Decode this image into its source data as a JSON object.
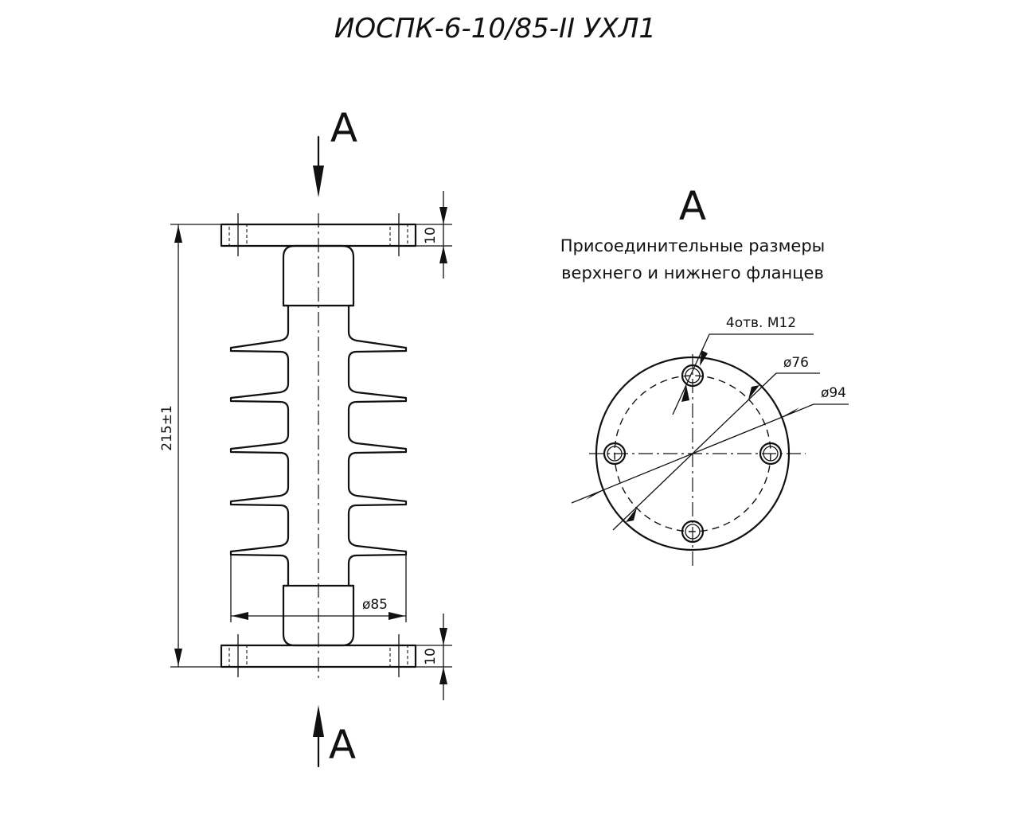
{
  "title": "ИОСПК-6-10/85-II УХЛ1",
  "section_view": {
    "letter": "А",
    "caption_line1": "Присоединительные размеры",
    "caption_line2": "верхнего и нижнего фланцев",
    "holes_label": "4отв. М12",
    "bolt_circle_label": "ø76",
    "flange_diameter_label": "ø94"
  },
  "side_view": {
    "section_mark_top": "А",
    "section_mark_bottom": "А",
    "height_label": "215±1",
    "shed_diameter_label": "ø85",
    "top_flange_thickness_label": "10",
    "bottom_flange_thickness_label": "10"
  }
}
